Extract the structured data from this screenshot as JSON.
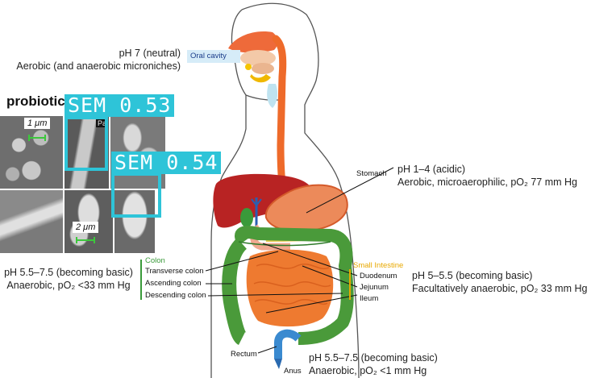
{
  "annotations": {
    "oral": {
      "line1": "pH 7 (neutral)",
      "line2": "Aerobic (and anaerobic microniches)"
    },
    "stomach": {
      "line1": "pH 1–4 (acidic)",
      "line2": "Aerobic, microaerophilic, pO₂ 77 mm Hg"
    },
    "colon": {
      "line1": "pH 5.5–7.5 (becoming basic)",
      "line2": "Anaerobic, pO₂ <33 mm Hg"
    },
    "small_intestine": {
      "line1": "pH 5–5.5 (becoming basic)",
      "line2": "Facultatively anaerobic, pO₂ 33 mm Hg"
    },
    "rectum": {
      "line1": "pH 5.5–7.5 (becoming basic)",
      "line2": "Anaerobic, pO₂ <1 mm Hg"
    }
  },
  "organs": {
    "oral_cavity": "Oral cavity",
    "stomach": "Stomach",
    "colon_heading": "Colon",
    "transverse": "Transverse colon",
    "ascending": "Ascending colon",
    "descending": "Descending colon",
    "small_heading": "Small Intestine",
    "duodenum": "Duodenum",
    "jejunum": "Jejunum",
    "ileum": "Ileum",
    "rectum": "Rectum",
    "anus": "Anus"
  },
  "inset": {
    "title": "probiotic",
    "scale_top": "1 μm",
    "scale_bottom": "2 μm",
    "panel_tag": "Pa"
  },
  "detections": [
    {
      "label": "SEM",
      "score": "0.53"
    },
    {
      "label": "SEM",
      "score": "0.54"
    }
  ],
  "colors": {
    "detection_box": "#2ec4d8",
    "colon_accent": "#3a9a3a",
    "small_intestine_accent": "#e8a800",
    "oral_box": "#d6ecf8"
  }
}
